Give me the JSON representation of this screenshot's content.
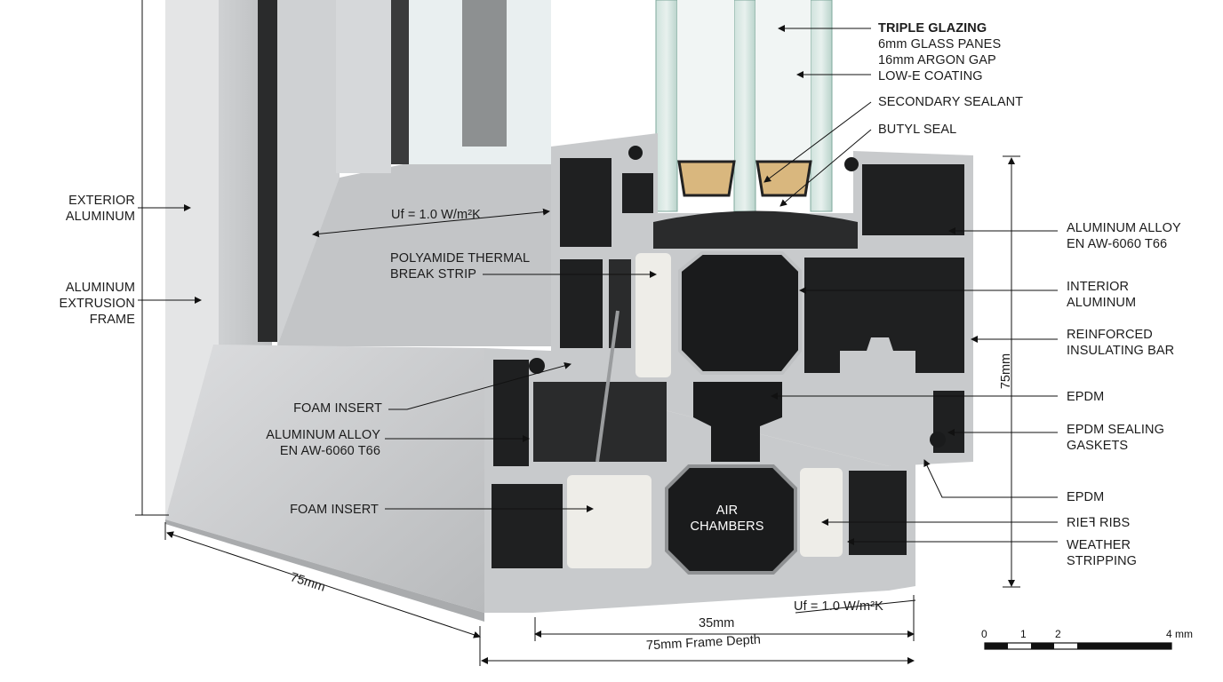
{
  "labels": {
    "triple_glazing": {
      "title": "TRIPLE GLAZING",
      "lines": [
        "6mm GLASS PANES",
        "16mm ARGON GAP",
        "LOW-E COATING"
      ]
    },
    "secondary_sealant": "SECONDARY SEALANT",
    "butyl_seal": "BUTYL SEAL",
    "exterior_aluminum": [
      "EXTERIOR",
      "ALUMINUM"
    ],
    "aluminum_extrusion_frame": [
      "ALUMINUM",
      "EXTRUSION",
      "FRAME"
    ],
    "polyamide_thermal_break": [
      "POLYAMIDE THERMAL",
      "BREAK STRIP"
    ],
    "uf_upper": "Uf = 1.0 W/m²K",
    "uf_lower": "Uf = 1.0 W/m²K",
    "aluminum_alloy_right": [
      "ALUMINUM ALLOY",
      "EN AW-6060 T66"
    ],
    "interior_aluminum": [
      "INTERIOR",
      "ALUMINUM"
    ],
    "reinforced_insulating_bar": [
      "REINFORCED",
      "INSULATING BAR"
    ],
    "epdm_upper": "EPDM",
    "epdm_sealing_gaskets": [
      "EPDM SEALING",
      "GASKETS"
    ],
    "epdm_lower": "EPDM",
    "rief_ribs": "RIEꟻ RIBS",
    "weather_stripping": [
      "WEATHER",
      "STRIPPING"
    ],
    "foam_insert_upper": "FOAM INSERT",
    "aluminum_alloy_left": [
      "ALUMINUM ALLOY",
      "EN AW-6060 T66"
    ],
    "foam_insert_lower": "FOAM INSERT",
    "air_chambers": [
      "AIR",
      "CHAMBERS"
    ]
  },
  "dimensions": {
    "height_right": "75mm",
    "depth_left": "75mm",
    "width_35": "35mm",
    "frame_depth": "75mm Frame Depth"
  },
  "scale_bar": {
    "ticks": [
      "0",
      "1",
      "2",
      "4 mm"
    ]
  },
  "colors": {
    "aluminum_light": "#d9dadb",
    "aluminum_mid": "#b9bbbd",
    "profile_dark": "#1e1f20",
    "foam": "#eeede8",
    "butyl": "#d9b77e"
  }
}
